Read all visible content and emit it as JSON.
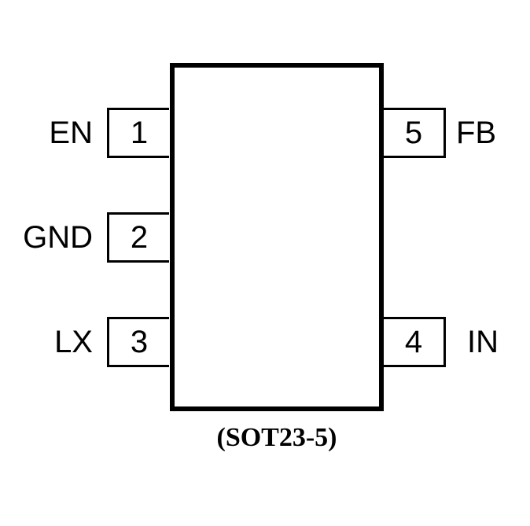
{
  "package": "(SOT23-5)",
  "pins": [
    {
      "number": "1",
      "name": "EN"
    },
    {
      "number": "2",
      "name": "GND"
    },
    {
      "number": "3",
      "name": "LX"
    },
    {
      "number": "4",
      "name": "IN"
    },
    {
      "number": "5",
      "name": "FB"
    }
  ]
}
